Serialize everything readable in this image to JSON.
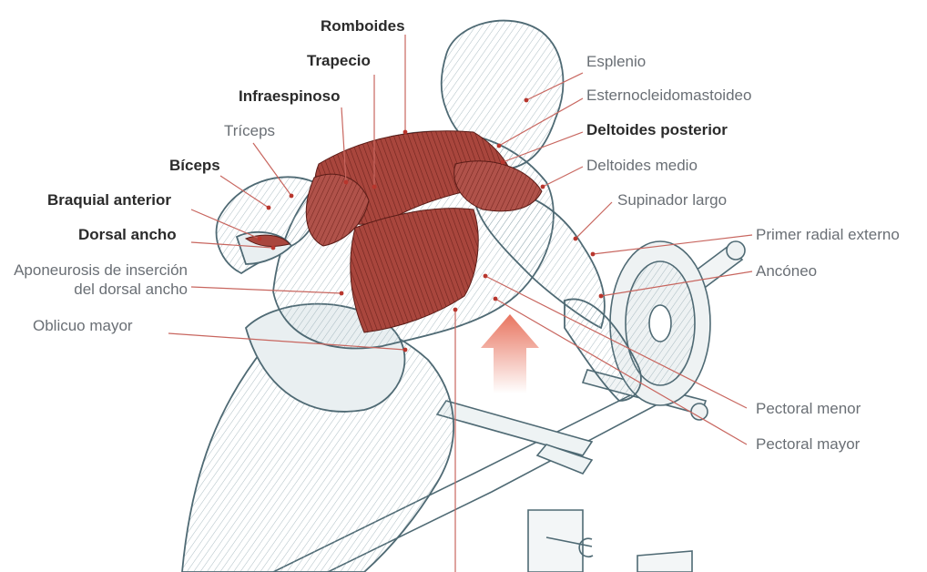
{
  "labels": {
    "romboides": "Romboides",
    "trapecio": "Trapecio",
    "infraespinoso": "Infraespinoso",
    "triceps": "Tríceps",
    "biceps": "Bíceps",
    "braquial_anterior": "Braquial anterior",
    "dorsal_ancho": "Dorsal ancho",
    "aponeurosis_1": "Aponeurosis de inserción",
    "aponeurosis_2": "del dorsal ancho",
    "oblicuo_mayor": "Oblicuo mayor",
    "esplenio": "Esplenio",
    "esternocleidomastoideo": "Esternocleidomastoideo",
    "deltoides_posterior": "Deltoides posterior",
    "deltoides_medio": "Deltoides medio",
    "supinador_largo": "Supinador largo",
    "primer_radial_externo": "Primer radial externo",
    "anconeo": "Ancóneo",
    "pectoral_menor": "Pectoral menor",
    "pectoral_mayor": "Pectoral mayor"
  },
  "colors": {
    "muscle": "#9c3b33",
    "muscle_light": "#c9716a",
    "line_art": "#4f6a74",
    "leader": "#c8665f",
    "arrow": "#e8745f",
    "label": "#6a6f75",
    "label_bold": "#2b2b2b"
  }
}
